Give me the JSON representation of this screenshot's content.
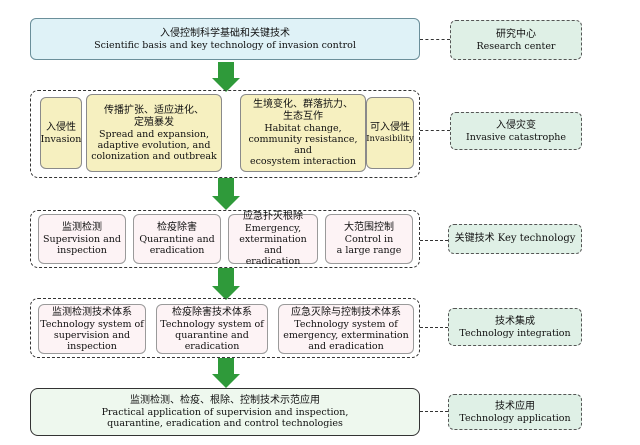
{
  "top": {
    "zh": "入侵控制科学基础和关键技术",
    "en": "Scientific basis and key technology of invasion control"
  },
  "side": {
    "research_zh": "研究中心",
    "research_en": "Research center",
    "catastrophe_zh": "入侵灾变",
    "catastrophe_en": "Invasive catastrophe",
    "keytech": "关键技术 Key technology",
    "integration_zh": "技术集成",
    "integration_en": "Technology integration",
    "application_zh": "技术应用",
    "application_en": "Technology application"
  },
  "invasion": {
    "invasion_zh": "入侵性",
    "invasion_en": "Invasion",
    "spread_zh1": "传播扩张、适应进化、",
    "spread_zh2": "定殖暴发",
    "spread_en1": "Spread and expansion,",
    "spread_en2": "adaptive evolution, and",
    "spread_en3": "colonization and outbreak",
    "habitat_zh1": "生境变化、群落抗力、",
    "habitat_zh2": "生态互作",
    "habitat_en1": "Habitat change,",
    "habitat_en2": "community resistance, and",
    "habitat_en3": "ecosystem interaction",
    "invasibility_zh": "可入侵性",
    "invasibility_en": "Invasibility"
  },
  "keytech": [
    {
      "zh": "监测检测",
      "en1": "Supervision and",
      "en2": "inspection",
      "en3": ""
    },
    {
      "zh": "检疫除害",
      "en1": "Quarantine and",
      "en2": "eradication",
      "en3": ""
    },
    {
      "zh": "应急扑灭根除",
      "en1": "Emergency,",
      "en2": "extermination and",
      "en3": "eradication"
    },
    {
      "zh": "大范围控制",
      "en1": "Control in",
      "en2": "a large range",
      "en3": ""
    }
  ],
  "integration": [
    {
      "zh": "监测检测技术体系",
      "en1": "Technology system of",
      "en2": "supervision and",
      "en3": "inspection"
    },
    {
      "zh": "检疫除害技术体系",
      "en1": "Technology system of",
      "en2": "quarantine and",
      "en3": "eradication"
    },
    {
      "zh": "应急灭除与控制技术体系",
      "en1": "Technology system of",
      "en2": "emergency, extermination",
      "en3": "and eradication"
    }
  ],
  "application": {
    "zh": "监测检测、检疫、根除、控制技术示范应用",
    "en1": "Practical application of supervision and inspection,",
    "en2": "quarantine, eradication and control technologies"
  },
  "colors": {
    "arrow": "#2f9a3a",
    "top_fill": "#dff2f7",
    "side_fill": "#dff0e6",
    "yellow_fill": "#f6f0c0",
    "pink_fill": "#fdf3f5",
    "bottom_fill": "#eef8ee"
  }
}
